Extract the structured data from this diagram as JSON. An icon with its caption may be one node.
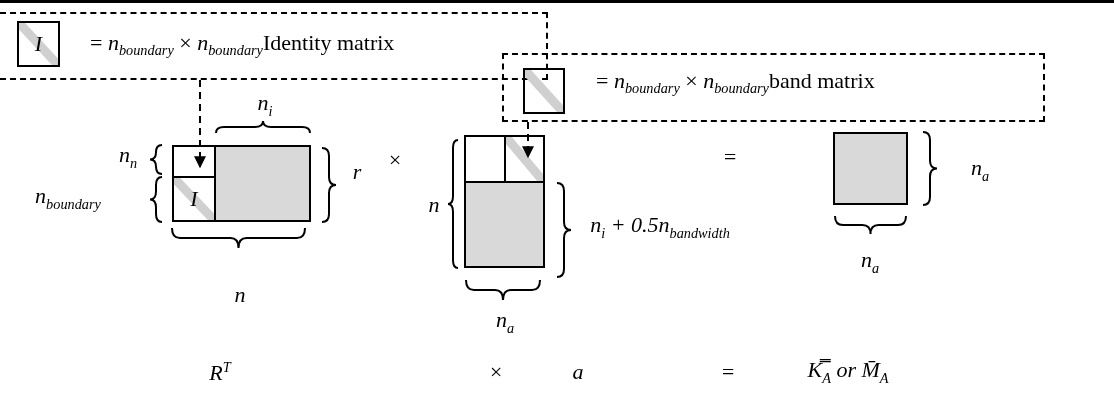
{
  "diagram": {
    "nodes": [
      {
        "text": [
          "= *n*$_{boundary}$ × *n*$_{boundary}$Identity matrix"
        ]
      },
      {
        "text": [
          "I"
        ],
        "in": 0
      },
      {
        "text": [
          "= *n*$_{boundary}$ × *n*$_{boundary}$band matrix"
        ]
      },
      {
        "text": [],
        "shape": "box",
        "in": 2
      },
      {
        "text": [],
        "shape": "box"
      },
      {
        "text": [
          "I"
        ]
      },
      {
        "text": [],
        "shape": "box"
      },
      {
        "text": [],
        "shape": "box"
      },
      {
        "text": [],
        "shape": "box"
      },
      {
        "text": [],
        "shape": "box"
      },
      {
        "text": [],
        "shape": "box"
      }
    ],
    "edges": [
      {
        "from": 0,
        "to": 4,
        "arrow": "to",
        "style": "dashed"
      },
      {
        "from": 2,
        "to": 8,
        "arrow": "to",
        "style": "dashed"
      }
    ],
    "labels": [
      "n$_{i}$",
      "n$_{n}$",
      "n$_{boundary}$",
      "r",
      "×",
      "=",
      "n$_{a}$",
      "n",
      "n$_{i}$ + 0.5n$_{bandwidth}$",
      "n",
      "n$_{a}$",
      "n$_{a}$",
      "R$^{T}$",
      "×",
      "a",
      "=",
      "K̿$_{A}$ or M̄$_{A}$"
    ]
  }
}
